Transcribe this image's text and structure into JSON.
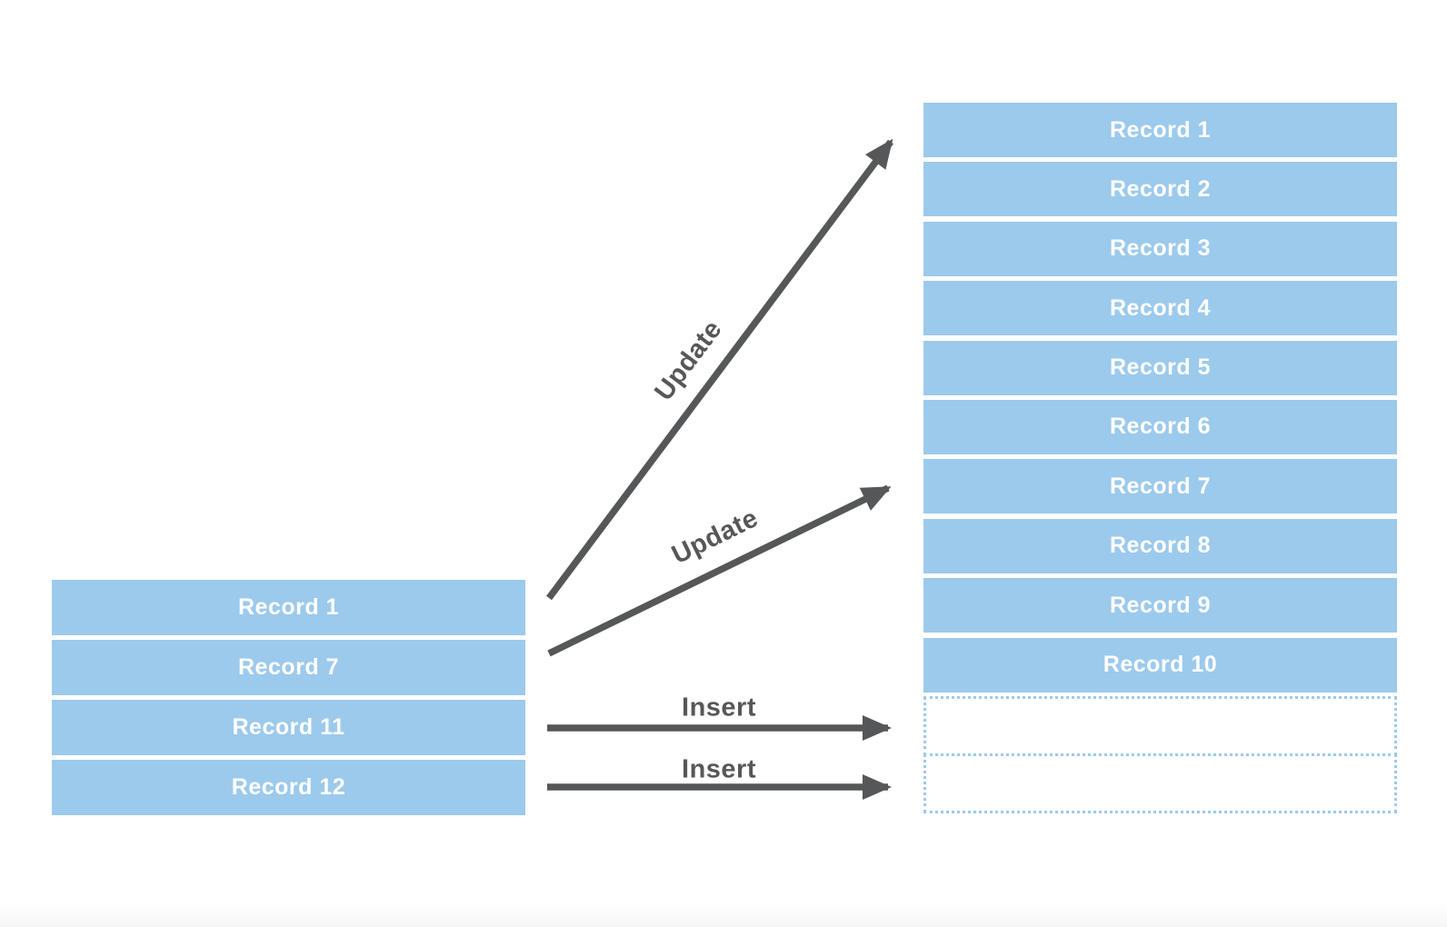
{
  "colors": {
    "background": "#ffffff",
    "record_fill": "#9ccaec",
    "record_text": "#ffffff",
    "arrow_color": "#565758",
    "empty_border": "#9ccaec"
  },
  "source_stack": {
    "records": [
      "Record 1",
      "Record 7",
      "Record 11",
      "Record 12"
    ]
  },
  "target_stack": {
    "records": [
      "Record 1",
      "Record 2",
      "Record 3",
      "Record 4",
      "Record 5",
      "Record 6",
      "Record 7",
      "Record 8",
      "Record 9",
      "Record 10"
    ],
    "empty_slot_count": 2
  },
  "arrows": [
    {
      "name": "update-arrow-1",
      "label": "Update"
    },
    {
      "name": "update-arrow-2",
      "label": "Update"
    },
    {
      "name": "insert-arrow-1",
      "label": "Insert"
    },
    {
      "name": "insert-arrow-2",
      "label": "Insert"
    }
  ]
}
